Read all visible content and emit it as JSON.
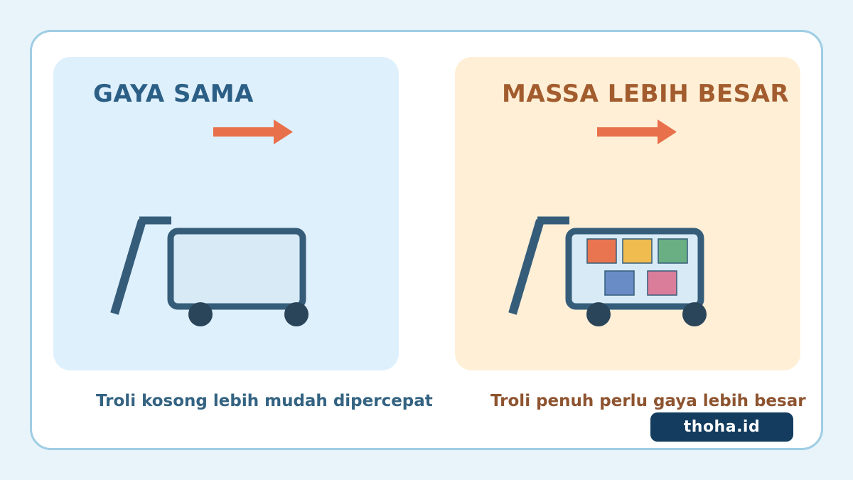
{
  "left_panel": {
    "title": "GAYA SAMA",
    "caption": "Troli kosong lebih mudah dipercepat"
  },
  "right_panel": {
    "title": "MASSA LEBIH BESAR",
    "caption": "Troli penuh perlu gaya lebih besar",
    "boxes": [
      "orange",
      "yellow",
      "green",
      "blue",
      "pink"
    ]
  },
  "watermark": "thoha.id",
  "colors": {
    "background": "#e8f3fa",
    "arrow": "#e8704a",
    "cart": "#355d7a",
    "wheel": "#2a4459",
    "cart_fill": "#d7eaf6",
    "box_orange": "#e8754f",
    "box_yellow": "#f0bb4f",
    "box_green": "#6aaf84",
    "box_blue": "#6a8cc6",
    "box_pink": "#d97d9b"
  }
}
